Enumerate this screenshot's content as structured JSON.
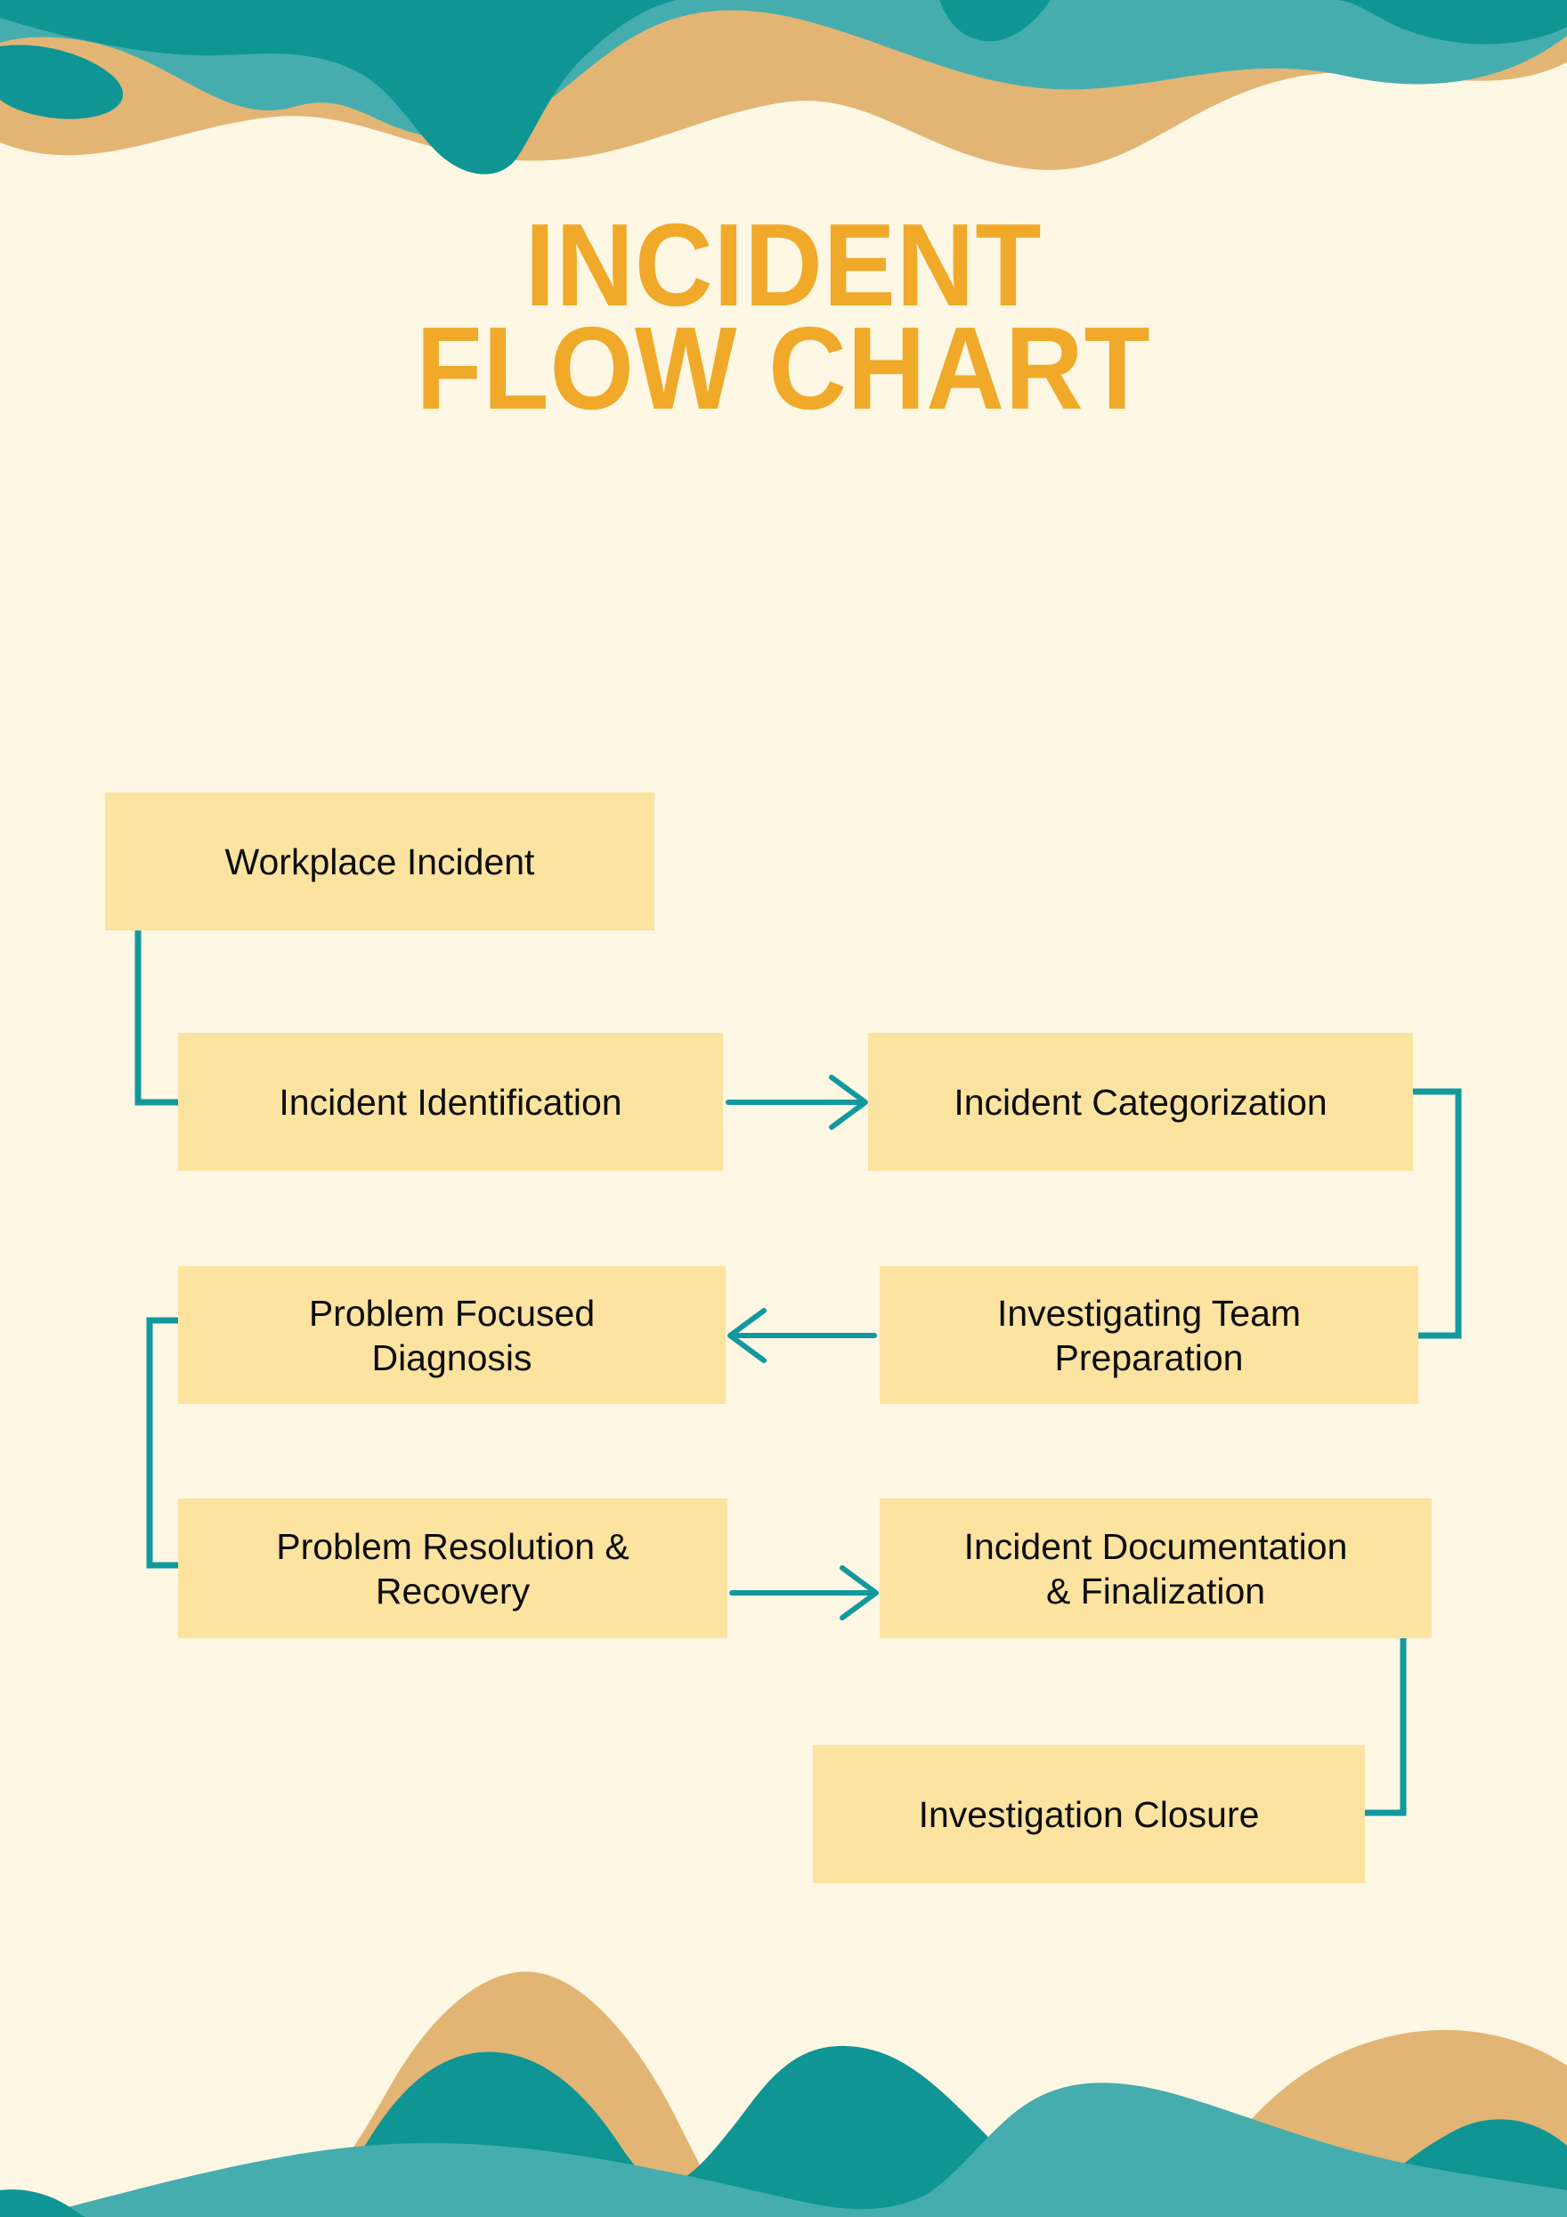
{
  "page": {
    "background_color": "#FDF7E4",
    "box_fill_color": "#FCE3A0",
    "connector_color": "#11999E",
    "title_color": "#F0A929",
    "text_color": "#0D0D0D",
    "decor_colors": {
      "teal_dark": "#0E9594",
      "teal_light": "#46ADAE",
      "sand": "#E3B574"
    }
  },
  "title": {
    "line1": "INCIDENT",
    "line2": "FLOW CHART"
  },
  "chart_data": {
    "type": "flowchart",
    "title": "INCIDENT FLOW CHART",
    "nodes": [
      {
        "id": "n1",
        "label": "Workplace Incident"
      },
      {
        "id": "n2",
        "label": "Incident Identification"
      },
      {
        "id": "n3",
        "label": "Incident Categorization"
      },
      {
        "id": "n4",
        "label": "Problem Focused\nDiagnosis"
      },
      {
        "id": "n5",
        "label": "Investigating Team\nPreparation"
      },
      {
        "id": "n6",
        "label": "Problem Resolution &\nRecovery"
      },
      {
        "id": "n7",
        "label": "Incident Documentation\n& Finalization"
      },
      {
        "id": "n8",
        "label": "Investigation Closure"
      }
    ],
    "edges": [
      {
        "from": "n1",
        "to": "n2",
        "style": "elbow-down-left",
        "arrowhead": false
      },
      {
        "from": "n2",
        "to": "n3",
        "style": "straight-right",
        "arrowhead": true
      },
      {
        "from": "n3",
        "to": "n5",
        "style": "elbow-down-right",
        "arrowhead": false
      },
      {
        "from": "n5",
        "to": "n4",
        "style": "straight-left",
        "arrowhead": true
      },
      {
        "from": "n4",
        "to": "n6",
        "style": "elbow-down-left",
        "arrowhead": false
      },
      {
        "from": "n6",
        "to": "n7",
        "style": "straight-right",
        "arrowhead": true
      },
      {
        "from": "n7",
        "to": "n8",
        "style": "elbow-down-right",
        "arrowhead": false
      }
    ]
  }
}
